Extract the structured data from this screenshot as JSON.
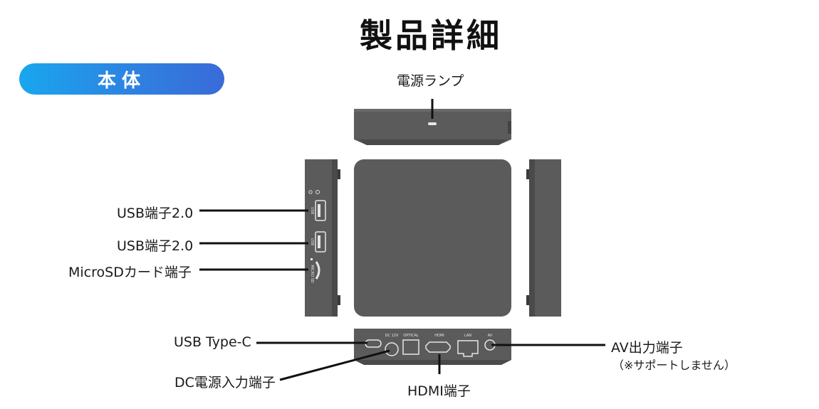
{
  "title": "製品詳細",
  "section": "本体",
  "labels": {
    "power_lamp": "電源ランプ",
    "usb1": "USB端子2.0",
    "usb2": "USB端子2.0",
    "microsd": "MicroSDカード端子",
    "usb_typec": "USB Type-C",
    "dc_power": "DC電源入力端子",
    "hdmi": "HDMI端子",
    "av_out": "AV出力端子",
    "av_note": "（※サポートしません）"
  },
  "port_marks": {
    "dc": "DC 12V",
    "optical": "OPTICAL",
    "hdmi": "HDMI",
    "lan": "LAN",
    "av": "AV",
    "usb_a": "USB",
    "usb_b": "USB",
    "micro_sd": "MICRO SD"
  },
  "colors": {
    "device": "#5b5b5b",
    "device_dark": "#3f3f3f",
    "pill_start": "#19a6ee",
    "pill_end": "#3a6bd8"
  }
}
